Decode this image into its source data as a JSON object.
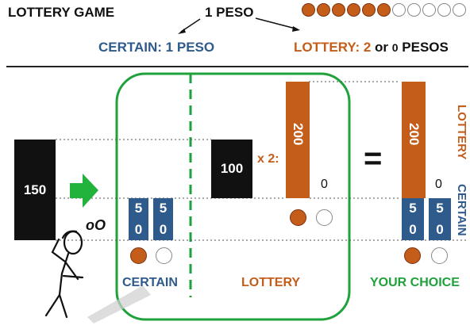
{
  "header": {
    "title": "LOTTERY GAME",
    "peso_label": "1 PESO",
    "certain_label": "CERTAIN: 1 PESO",
    "lottery_label_part1": "LOTTERY: 2",
    "lottery_label_or": "or",
    "lottery_label_zero": "0",
    "lottery_label_part2": "PESOS",
    "coins_filled": 6,
    "coins_empty": 5
  },
  "left_bar": {
    "value": "150"
  },
  "middle_bar": {
    "value": "100"
  },
  "multiplier": "x 2:",
  "lottery_bar": {
    "value": "200"
  },
  "lottery_zero": "0",
  "certain_cells": [
    "5",
    "0"
  ],
  "equals": "=",
  "result_bar": {
    "value": "200"
  },
  "result_zero": "0",
  "result_cells": [
    "5",
    "0"
  ],
  "side_labels": {
    "lottery": "LOTTERY",
    "certain": "CERTAIN"
  },
  "bottom_labels": {
    "certain": "CERTAIN",
    "lottery": "LOTTERY",
    "your_choice": "YOUR CHOICE"
  },
  "thought_text": "oO",
  "colors": {
    "blue": "#2e5a8c",
    "orange": "#c45d1a",
    "green": "#1fa23b",
    "black": "#111111"
  }
}
